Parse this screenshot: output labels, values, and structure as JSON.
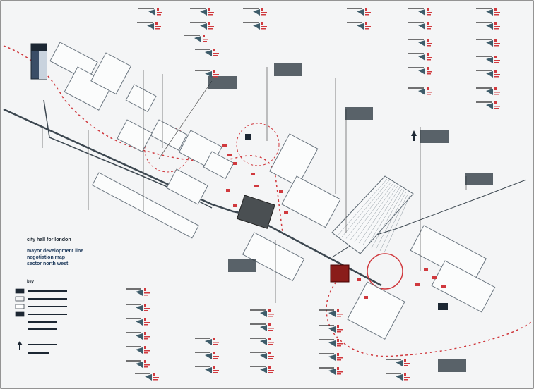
{
  "title": "city hall for london",
  "subtitle_lines": [
    "mayor development line",
    "negotiation map",
    "sector north west"
  ],
  "key": {
    "heading": "key",
    "swatches": [
      "#1c2733",
      "#f4f5f6",
      "#ffffff",
      "#1c2733"
    ]
  },
  "colors": {
    "background": "#f4f5f6",
    "line": "#3c4750",
    "accent_red": "#d0393e",
    "dark_block": "#4a4f52",
    "red_block": "#8a1c1a"
  }
}
